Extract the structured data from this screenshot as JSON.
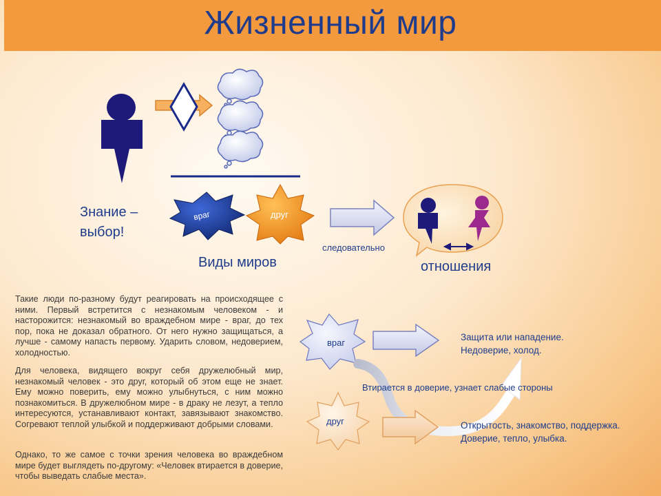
{
  "title": "Жизненный мир",
  "top": {
    "knowledge": [
      "Знание –",
      "выбор!"
    ],
    "worlds_label": "Виды миров",
    "enemy": "враг",
    "friend": "друг",
    "consequently": "следовательно",
    "relations": "отношения"
  },
  "bottom": {
    "enemy": "враг",
    "friend": "друг",
    "enemy_outcome": [
      "Защита или нападение.",
      "Недоверие, холод."
    ],
    "trust_note": "Втирается в доверие, узнает слабые стороны",
    "friend_outcome": [
      "Открытость, знакомство, поддержка.",
      "Доверие, тепло, улыбка."
    ]
  },
  "paragraphs": [
    "Такие люди по-разному будут реагировать на происходящее с ними. Первый встретится с незнакомым человеком - и насторожится: незнакомый во враждебном мире - враг, до тех пор, пока не доказал обратного. От него нужно защищаться, а лучше - самому напасть первому. Ударить словом, недоверием, холодностью.",
    "Для человека, видящего вокруг себя дружелюбный мир, незнакомый человек - это друг, который об этом еще не знает. Ему можно поверить, ему можно улыбнуться, с ним можно познакомиться. В дружелюбном мире - в драку не лезут, а тепло интересуются, устанавливают контакт, завязывают знакомство. Согревают теплой улыбкой и поддерживают добрыми словами.",
    "Однако, то же самое с точки зрения человека во враждебном мире будет выглядеть по-другому: «Человек втирается в доверие, чтобы выведать слабые места»."
  ],
  "colors": {
    "title_bar": "#f49a3e",
    "title_text": "#1f3c8c",
    "figure_navy": "#1e1a7a",
    "enemy_star": "#1d3fa8",
    "friend_star": "#f3901c",
    "female_figure": "#9c2a8e",
    "arrow_fill": "#d6daf0"
  },
  "icons": [
    "person-icon",
    "decision-diamond-icon",
    "thought-cloud-icon",
    "enemy-star-icon",
    "friend-star-icon",
    "speech-bubble-icon",
    "male-figure-icon",
    "female-figure-icon",
    "double-arrow-icon",
    "curved-arrow-icon"
  ]
}
